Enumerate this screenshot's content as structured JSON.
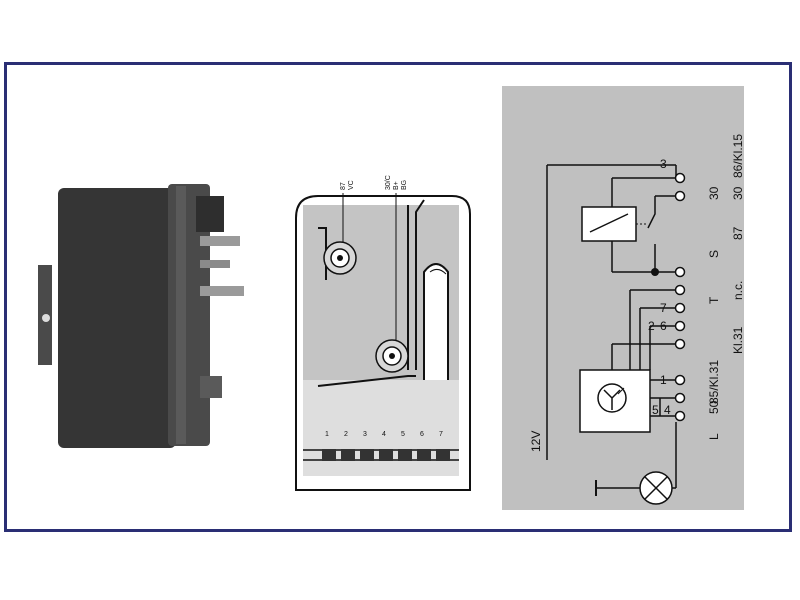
{
  "colors": {
    "frame_border": "#2a2e74",
    "panel_gray": "#bfbfbf",
    "relay_body": "#3a3a3a",
    "line": "#111111"
  },
  "connector_panel": {
    "top_labels": {
      "left": [
        "87",
        "VC"
      ],
      "right": [
        "30/C",
        "B+",
        "BG"
      ]
    },
    "pins": [
      "1",
      "2",
      "3",
      "4",
      "5",
      "6",
      "7"
    ]
  },
  "schematic": {
    "supply_label": "12V",
    "inner_numbers": [
      "3",
      "2",
      "6",
      "7",
      "1",
      "5",
      "4"
    ],
    "terminals": [
      "86/Kl.15",
      "30",
      "87",
      "n.c.",
      "Kl.31",
      "85/Kl.31",
      "50"
    ],
    "terminal_letters": [
      "S",
      "T",
      "L"
    ]
  }
}
